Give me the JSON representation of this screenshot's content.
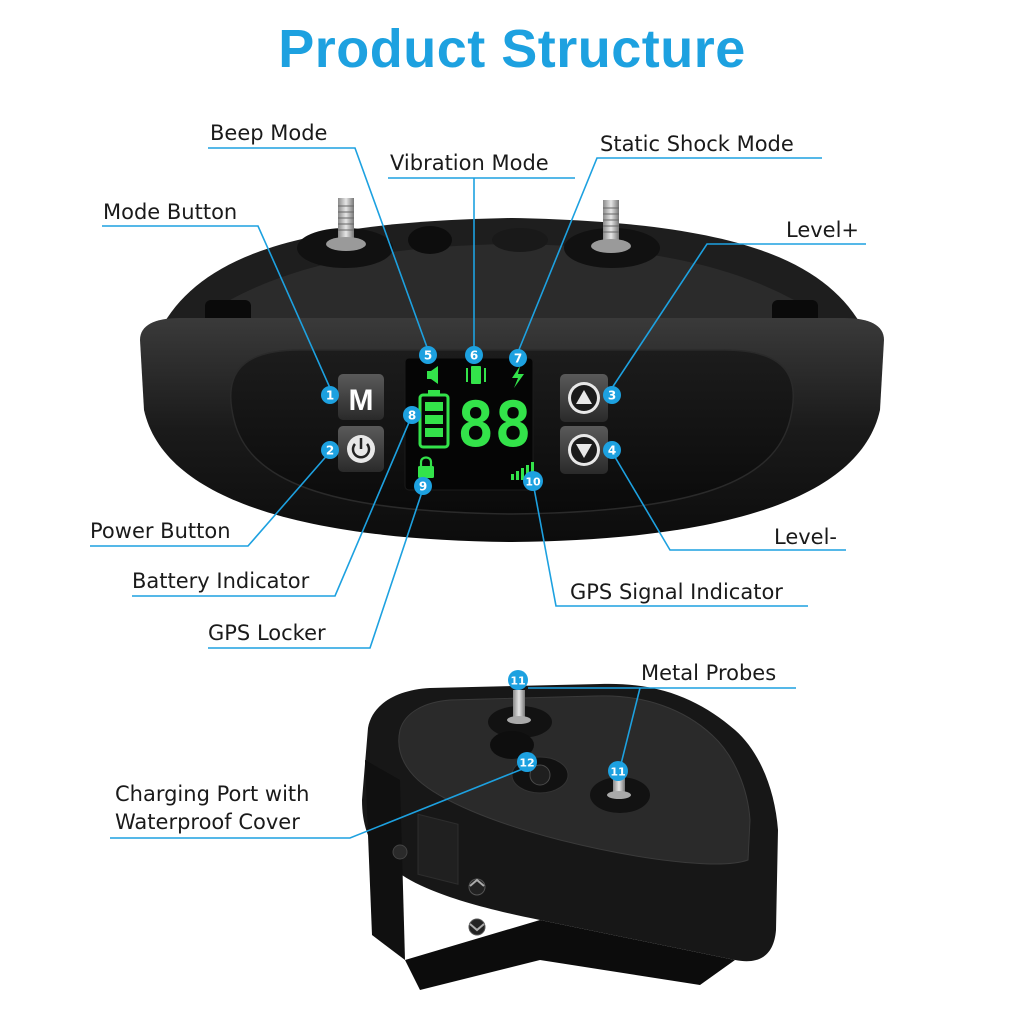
{
  "title": "Product Structure",
  "callouts": {
    "beep_mode": "Beep Mode",
    "vibration_mode": "Vibration Mode",
    "static_shock_mode": "Static Shock Mode",
    "mode_button": "Mode Button",
    "level_plus": "Level+",
    "power_button": "Power Button",
    "level_minus": "Level-",
    "battery_indicator": "Battery Indicator",
    "gps_signal_indicator": "GPS Signal Indicator",
    "gps_locker": "GPS Locker",
    "metal_probes": "Metal Probes",
    "charging_port": "Charging Port with Waterproof Cover"
  },
  "markers": [
    "1",
    "2",
    "3",
    "4",
    "5",
    "6",
    "7",
    "8",
    "9",
    "10",
    "11",
    "11",
    "12"
  ],
  "device": {
    "mode_key": "M",
    "display_digits": "88"
  },
  "colors": {
    "accent": "#1da1e0",
    "display_green": "#33e34a",
    "device_body": "#151515"
  },
  "icons": [
    "power-icon",
    "up-arrow-icon",
    "down-arrow-icon",
    "speaker-icon",
    "vibration-icon",
    "lightning-icon",
    "battery-icon",
    "lock-icon",
    "signal-bars-icon"
  ]
}
